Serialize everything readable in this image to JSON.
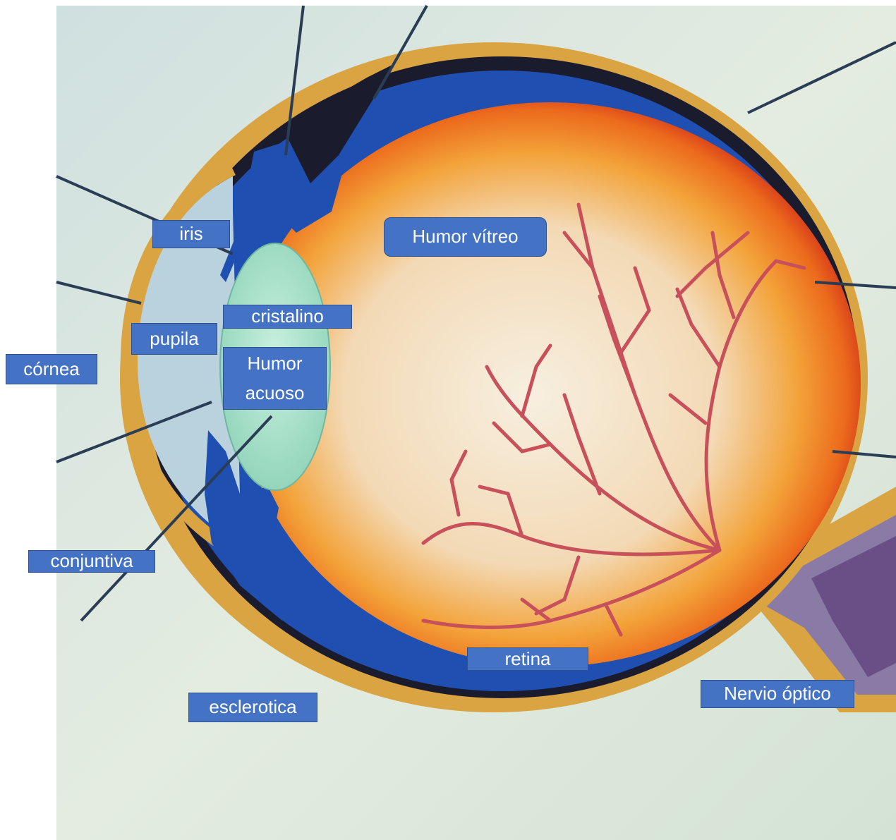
{
  "labels": {
    "iris": "iris",
    "humor_vitreo": "Humor vítreo",
    "cristalino": "cristalino",
    "pupila": "pupila",
    "cornea": "córnea",
    "humor_acuoso_line1": "Humor",
    "humor_acuoso_line2": "acuoso",
    "conjuntiva": "conjuntiva",
    "retina": "retina",
    "esclerotica": "esclerotica",
    "nervio_optico": "Nervio óptico"
  },
  "colors": {
    "label_bg": "#4472c4",
    "label_text": "#ffffff",
    "vitreous_core": "#f6e8d2",
    "choroid_orange": "#f07a1c",
    "choroid_red": "#d8331a",
    "sclera_band": "#d9a441",
    "dark_layer": "#1b1b2e",
    "iris_blue": "#1f4fb0",
    "lens": "#a9e3cc",
    "anterior_chamber": "#b9d2de",
    "vessel": "#c8505a",
    "background": "#dce6df",
    "leader_line": "#2a3d55"
  }
}
